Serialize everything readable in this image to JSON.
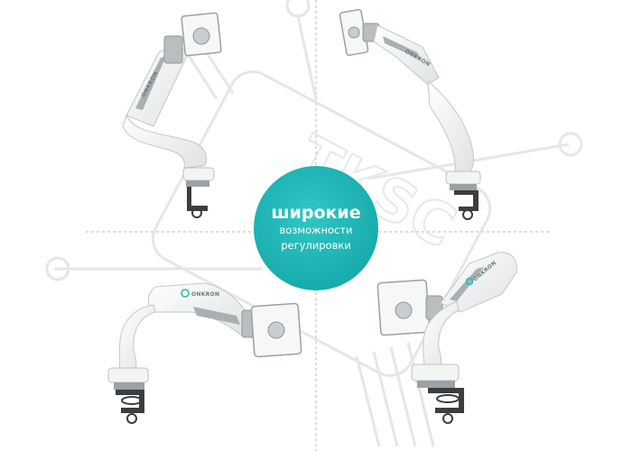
{
  "badge": {
    "title": "широкие",
    "line1": "возможности",
    "line2": "регулировки",
    "color": "#22b8b8"
  },
  "brand": {
    "name": "ONKRON",
    "accent": "#2bb7b0"
  },
  "watermark": {
    "stamp_text": "TKSC"
  },
  "products": [
    {
      "name": "monitor-arm-top-left",
      "view": "tilted-back"
    },
    {
      "name": "monitor-arm-top-right",
      "view": "rotated"
    },
    {
      "name": "monitor-arm-bottom-left",
      "view": "extended-forward"
    },
    {
      "name": "monitor-arm-bottom-right",
      "view": "raised"
    }
  ],
  "colors": {
    "arm_body": "#f3f4f4",
    "arm_edge": "#c9cccd",
    "metal": "#9aa1a4",
    "clamp": "#3b3d3f",
    "guide": "#bdbdbd"
  }
}
